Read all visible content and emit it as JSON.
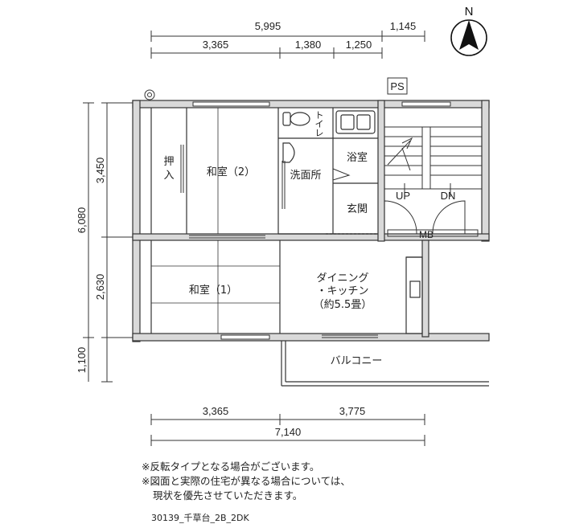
{
  "dimensions": {
    "top_total": "5,995",
    "top_right": "1,145",
    "top_a": "3,365",
    "top_b": "1,380",
    "top_c": "1,250",
    "left_total": "6,080",
    "left_a": "3,450",
    "left_b": "2,630",
    "left_c": "1,100",
    "bottom_a": "3,365",
    "bottom_b": "3,775",
    "bottom_total": "7,140"
  },
  "compass": {
    "north_label": "N"
  },
  "labels": {
    "ps": "PS",
    "oshiire": [
      "押",
      "入"
    ],
    "washitsu2": "和室（2）",
    "toilet": [
      "ト",
      "イ",
      "レ"
    ],
    "senmenjo": "洗面所",
    "yokushitsu": "浴室",
    "genkan": "玄関",
    "up": "UP",
    "dn": "DN",
    "mb": "MB",
    "washitsu1": "和室（1）",
    "dining": [
      "ダイニング",
      "・キッチン",
      "（約5.5畳）"
    ],
    "balcony": "バルコニー"
  },
  "notes": {
    "line1": "※反転タイプとなる場合がございます。",
    "line2": "※図面と実際の住宅が異なる場合については、",
    "line3": "現状を優先させていただきます。",
    "code": "30139_千草台_2B_2DK"
  }
}
